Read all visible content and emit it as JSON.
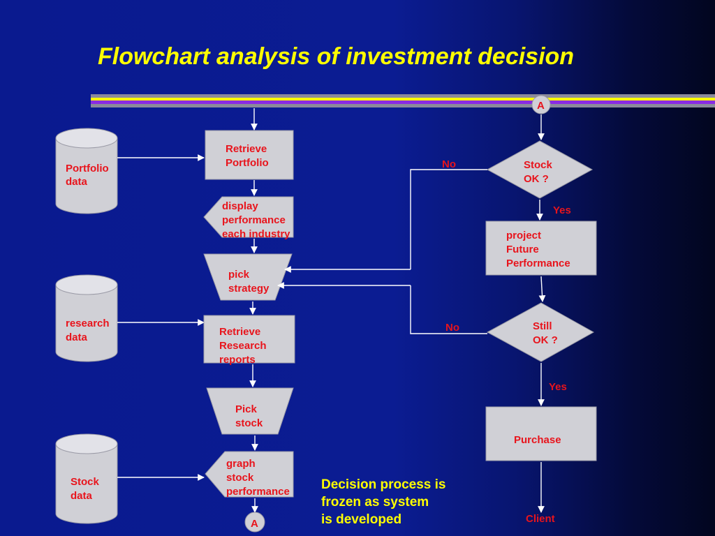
{
  "title": "Flowchart analysis of investment decision",
  "data_stores": {
    "portfolio": [
      "Portfolio",
      "data"
    ],
    "research": [
      "research",
      "data"
    ],
    "stock": [
      "Stock",
      "data"
    ]
  },
  "left_flow": {
    "retrieve_portfolio": [
      "Retrieve",
      "Portfolio"
    ],
    "display_performance": [
      "display",
      "performance",
      "each industry"
    ],
    "pick_strategy": [
      "pick",
      "strategy"
    ],
    "retrieve_research": [
      "Retrieve",
      "Research",
      "reports"
    ],
    "pick_stock": [
      "Pick",
      "stock"
    ],
    "graph_stock": [
      "graph",
      "stock",
      "performance"
    ]
  },
  "right_flow": {
    "stock_ok": [
      "Stock",
      "OK ?"
    ],
    "project_future": [
      "project",
      "Future",
      "Performance"
    ],
    "still_ok": [
      "Still",
      "OK ?"
    ],
    "purchase": "Purchase"
  },
  "connectors": {
    "top": "A",
    "bottom": "A"
  },
  "edge_labels": {
    "no_1": "No",
    "yes_1": "Yes",
    "no_2": "No",
    "yes_2": "Yes",
    "client": "Client"
  },
  "note": [
    "Decision process is",
    "frozen as system",
    "is developed"
  ],
  "colors": {
    "background": "#0a1a8f",
    "title": "#ffff00",
    "labels": "#e8141c",
    "shapes": "#d0d0d6",
    "stripe_yellow": "#ffff00",
    "stripe_purple": "#8a2be2",
    "stripe_gray": "#8a8a9a"
  }
}
